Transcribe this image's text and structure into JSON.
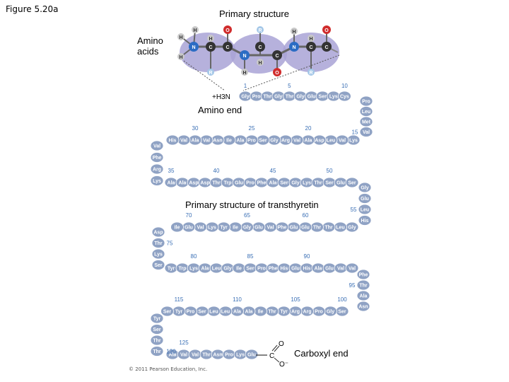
{
  "figure_label": "Figure 5.20a",
  "title": "Primary structure",
  "amino_acids_label": "Amino acids",
  "amino_end_label": "Amino end",
  "transthyretin_label": "Primary structure of transthyretin",
  "carboxyl_end_label": "Carboxyl end",
  "copyright": "© 2011 Pearson Education, Inc.",
  "amine_label": "+H3N",
  "colors": {
    "residue": "#8fa2c4",
    "residue_text": "#ffffff",
    "number": "#3a6fb5",
    "oval": "#a9a3d6",
    "carbon": "#333333",
    "nitrogen": "#2b6cc4",
    "oxygen": "#d02c2c",
    "hydrogen": "#c8c8c8"
  },
  "rows": [
    {
      "residues": [
        "Gly",
        "Pro",
        "Thr",
        "Gly",
        "Thr",
        "Gly",
        "Glu",
        "Ser",
        "Lys",
        "Cys"
      ],
      "numbers": [
        "1",
        "5",
        "10"
      ]
    },
    {
      "residues": [
        "Pro",
        "Leu",
        "Met",
        "Val"
      ],
      "numbers": [
        "15"
      ]
    },
    {
      "residues": [
        "Lys",
        "Val",
        "Leu",
        "Asp",
        "Ala",
        "Val",
        "Arg",
        "Gly",
        "Ser",
        "Pro",
        "Ala",
        "Ile",
        "Asn",
        "Val",
        "Ala",
        "Val",
        "His"
      ],
      "numbers": [
        "20",
        "25",
        "30"
      ]
    },
    {
      "residues": [
        "Val",
        "Phe",
        "Arg",
        "Lys"
      ],
      "numbers": []
    },
    {
      "residues": [
        "Ala",
        "Ala",
        "Asp",
        "Asp",
        "Thr",
        "Trp",
        "Glu",
        "Pro",
        "Phe",
        "Ala",
        "Ser",
        "Gly",
        "Lys",
        "Thr",
        "Ser",
        "Glu",
        "Ser"
      ],
      "numbers": [
        "35",
        "40",
        "45",
        "50"
      ]
    },
    {
      "residues": [
        "Gly",
        "Glu",
        "Leu",
        "His"
      ],
      "numbers": [
        "55"
      ]
    },
    {
      "residues": [
        "Gly",
        "Leu",
        "Thr",
        "Thr",
        "Glu",
        "Glu",
        "Phe",
        "Val",
        "Glu",
        "Gly",
        "Ile",
        "Tyr",
        "Lys",
        "Val",
        "Glu",
        "Ile"
      ],
      "numbers": [
        "60",
        "65",
        "70"
      ]
    },
    {
      "residues": [
        "Asp",
        "Thr",
        "Lys",
        "Ser"
      ],
      "numbers": [
        "75"
      ]
    },
    {
      "residues": [
        "Tyr",
        "Trp",
        "Lys",
        "Ala",
        "Leu",
        "Gly",
        "Ile",
        "Ser",
        "Pro",
        "Phe",
        "His",
        "Glu",
        "His",
        "Ala",
        "Glu",
        "Val",
        "Val"
      ],
      "numbers": [
        "80",
        "85",
        "90"
      ]
    },
    {
      "residues": [
        "Phe",
        "Thr",
        "Ala",
        "Asn"
      ],
      "numbers": [
        "95"
      ]
    },
    {
      "residues": [
        "Ser",
        "Gly",
        "Pro",
        "Arg",
        "Arg",
        "Tyr",
        "Thr",
        "Ile",
        "Ala",
        "Ala",
        "Leu",
        "Leu",
        "Ser",
        "Pro",
        "Tyr",
        "Ser"
      ],
      "numbers": [
        "100",
        "105",
        "110",
        "115"
      ]
    },
    {
      "residues": [
        "Tyr",
        "Ser",
        "Thr",
        "Thr"
      ],
      "numbers": [
        "120"
      ]
    },
    {
      "residues": [
        "Ala",
        "Val",
        "Val",
        "Thr",
        "Asn",
        "Pro",
        "Lys",
        "Glu"
      ],
      "numbers": [
        "125"
      ]
    }
  ],
  "atoms": {
    "h": "H",
    "n": "N",
    "c": "C",
    "o": "O",
    "r": "R"
  }
}
